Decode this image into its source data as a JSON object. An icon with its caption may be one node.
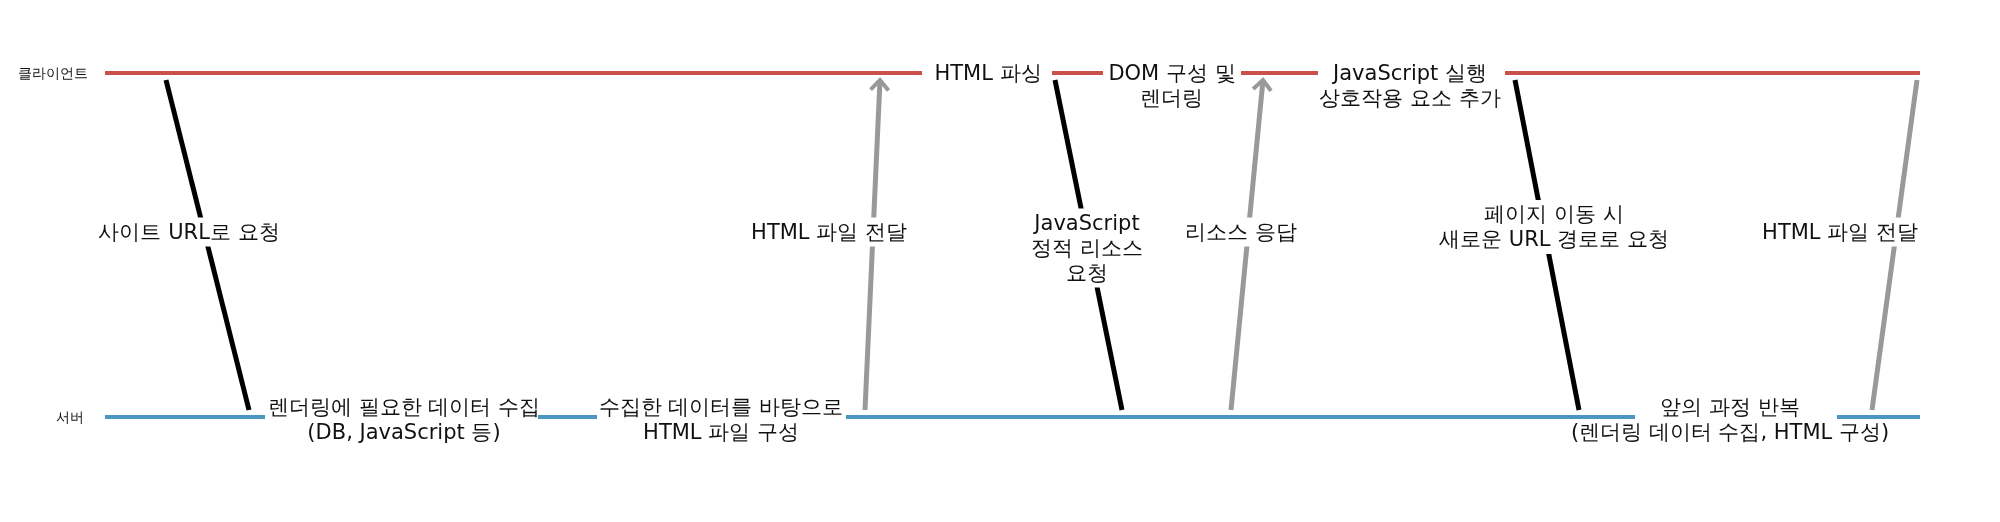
{
  "diagram": {
    "nodes": [
      {
        "text": [
          "클라이언트"
        ]
      },
      {
        "text": [
          "HTML 파싱"
        ]
      },
      {
        "text": [
          "DOM 구성 및 렌더링"
        ]
      },
      {
        "text": [
          "JavaScript 실행 상호작용 요소 추가"
        ]
      },
      {
        "text": [
          "서버"
        ]
      },
      {
        "text": [
          "렌더링에 필요한 데이터 수집 (DB, JavaScript 등)"
        ]
      },
      {
        "text": [
          "수집한 데이터를 바탕으로 HTML 파일 구성"
        ]
      },
      {
        "text": [
          "앞의 과정 반복 (렌더링 데이터 수집, HTML 구성)"
        ]
      }
    ],
    "edges": [
      {
        "from": 0,
        "to": 4,
        "label": "사이트 URL로 요청",
        "arrow": "none"
      },
      {
        "from": 4,
        "to": 0,
        "label": "HTML 파일 전달",
        "arrow": "to",
        "color": "#999999"
      },
      {
        "from": 0,
        "to": 4,
        "label": "JavaScript 정적 리소스 요청",
        "arrow": "none"
      },
      {
        "from": 4,
        "to": 0,
        "label": "리소스 응답",
        "arrow": "to",
        "color": "#999999"
      },
      {
        "from": 0,
        "to": 4,
        "label": "페이지 이동 시 새로운 URL 경로로 요청",
        "arrow": "none"
      },
      {
        "from": 4,
        "to": 0,
        "label": "HTML 파일 전달",
        "arrow": "none",
        "color": "#999999"
      }
    ]
  }
}
